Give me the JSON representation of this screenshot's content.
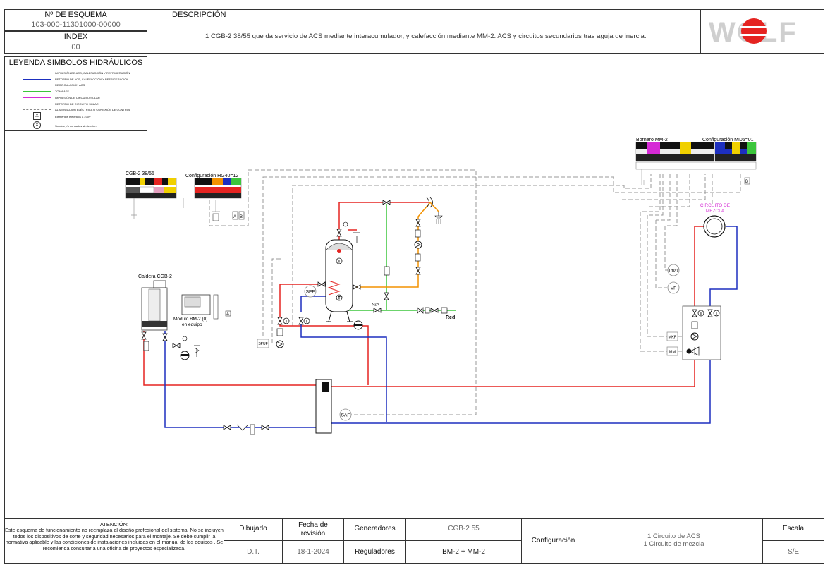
{
  "header": {
    "scheme_label": "Nº DE ESQUEMA",
    "scheme_number": "103-000-11301000-00000",
    "index_label": "INDEX",
    "index_value": "00",
    "description_label": "DESCRIPCIÓN",
    "description_text": "1 CGB-2 38/55 que da servicio de ACS mediante interacumulador, y calefacción mediante MM-2. ACS y circuitos secundarios tras aguja de inercia.",
    "logo_text": "WOLF"
  },
  "legend": {
    "title": "LEYENDA SIMBOLOS HIDRÁULICOS",
    "items": [
      {
        "label": "IMPULSIÓN DE ACS, CALEFACCIÓN Y REFRIGERACIÓN",
        "color": "#e52421",
        "style": "solid"
      },
      {
        "label": "RETORNO DE ACS, CALEFACCIÓN Y REFRIGERACIÓN",
        "color": "#1d2fbf",
        "style": "solid"
      },
      {
        "label": "RECIRCULACIÓN ACS",
        "color": "#f39200",
        "style": "solid"
      },
      {
        "label": "TOMA AFS",
        "color": "#3cc63c",
        "style": "solid"
      },
      {
        "label": "IMPULSIÓN DE CIRCUITO SOLAR",
        "color": "#d62ad6",
        "style": "solid"
      },
      {
        "label": "RETORNO DE CIRCUITO SOLAR",
        "color": "#19a8c8",
        "style": "solid"
      },
      {
        "label": "ALIMENTACIÓN ELÉCTRICA O CONEXIÓN DE CONTROL",
        "color": "#888888",
        "style": "dashed"
      }
    ],
    "symbols": [
      {
        "glyph": "X",
        "label": "Elementos eléctricos a 230V"
      },
      {
        "glyph": "X",
        "label": "Sondas y/o contactos sin tensión"
      }
    ]
  },
  "diagram": {
    "boiler_title": "Caldera CGB-2",
    "module_label": "Módulo BM-2 (0)\nen equipo",
    "cgb_label": "CGB-2 38/55",
    "config_hg": "Configuración HG40=12",
    "bornero_label": "Bornero MM-2",
    "config_mi": "Configuración MI05=01",
    "mix_circuit_label": "CIRCUITO DE\nMEZCLA",
    "sensors": {
      "spf": "SPF",
      "saf": "SAF",
      "spuf": "SPUF",
      "tmax": "Tmax",
      "vf": "VF",
      "mkp": "MKP",
      "mm": "MM"
    },
    "na_label": "N/A",
    "red_label": "Red",
    "terminal_a": "A",
    "terminal_b": "B"
  },
  "footer": {
    "warning_title": "ATENCIÓN:",
    "warning_text": "Este esquema de funcionamiento no reemplaza al diseño profesional del sistema. No se incluyen todos los dispositivos de corte y seguridad necesarios para el montaje. Se debe cumplir la normativa aplicable y las condiciones de instalaciones incluidas en el manual de los equipos . Se recomienda consultar a una oficina de proyectos especializada.",
    "drawn_label": "Dibujado",
    "drawn_value": "D.T.",
    "date_label": "Fecha de revisión",
    "date_value": "18-1-2024",
    "generators_label": "Generadores",
    "generators_value": "CGB-2 55",
    "regulators_label": "Reguladores",
    "regulators_value": "BM-2 + MM-2",
    "config_label": "Configuración",
    "config_value_1": "1 Circuito de ACS",
    "config_value_2": "1 Circuito de mezcla",
    "scale_label": "Escala",
    "scale_value": "S/E"
  },
  "colors": {
    "flow": "#e52421",
    "return": "#1d2fbf",
    "recirc": "#f39200",
    "cold": "#3cc63c",
    "control": "#999999"
  }
}
